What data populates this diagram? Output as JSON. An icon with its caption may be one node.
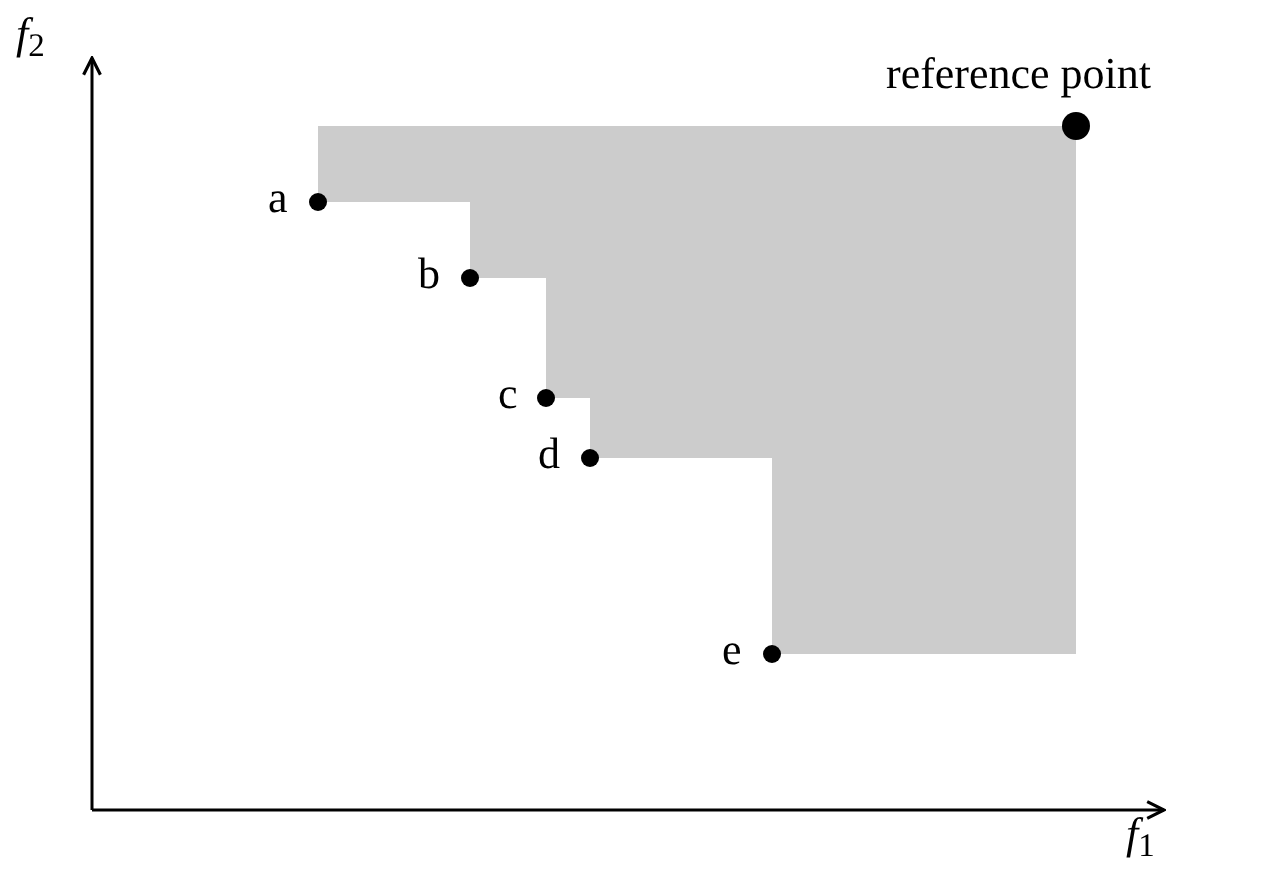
{
  "diagram": {
    "labels": [
      "*f*$_{2}$",
      "reference point",
      "a",
      "b",
      "c",
      "d",
      "e",
      "*f*$_{1}$"
    ]
  }
}
